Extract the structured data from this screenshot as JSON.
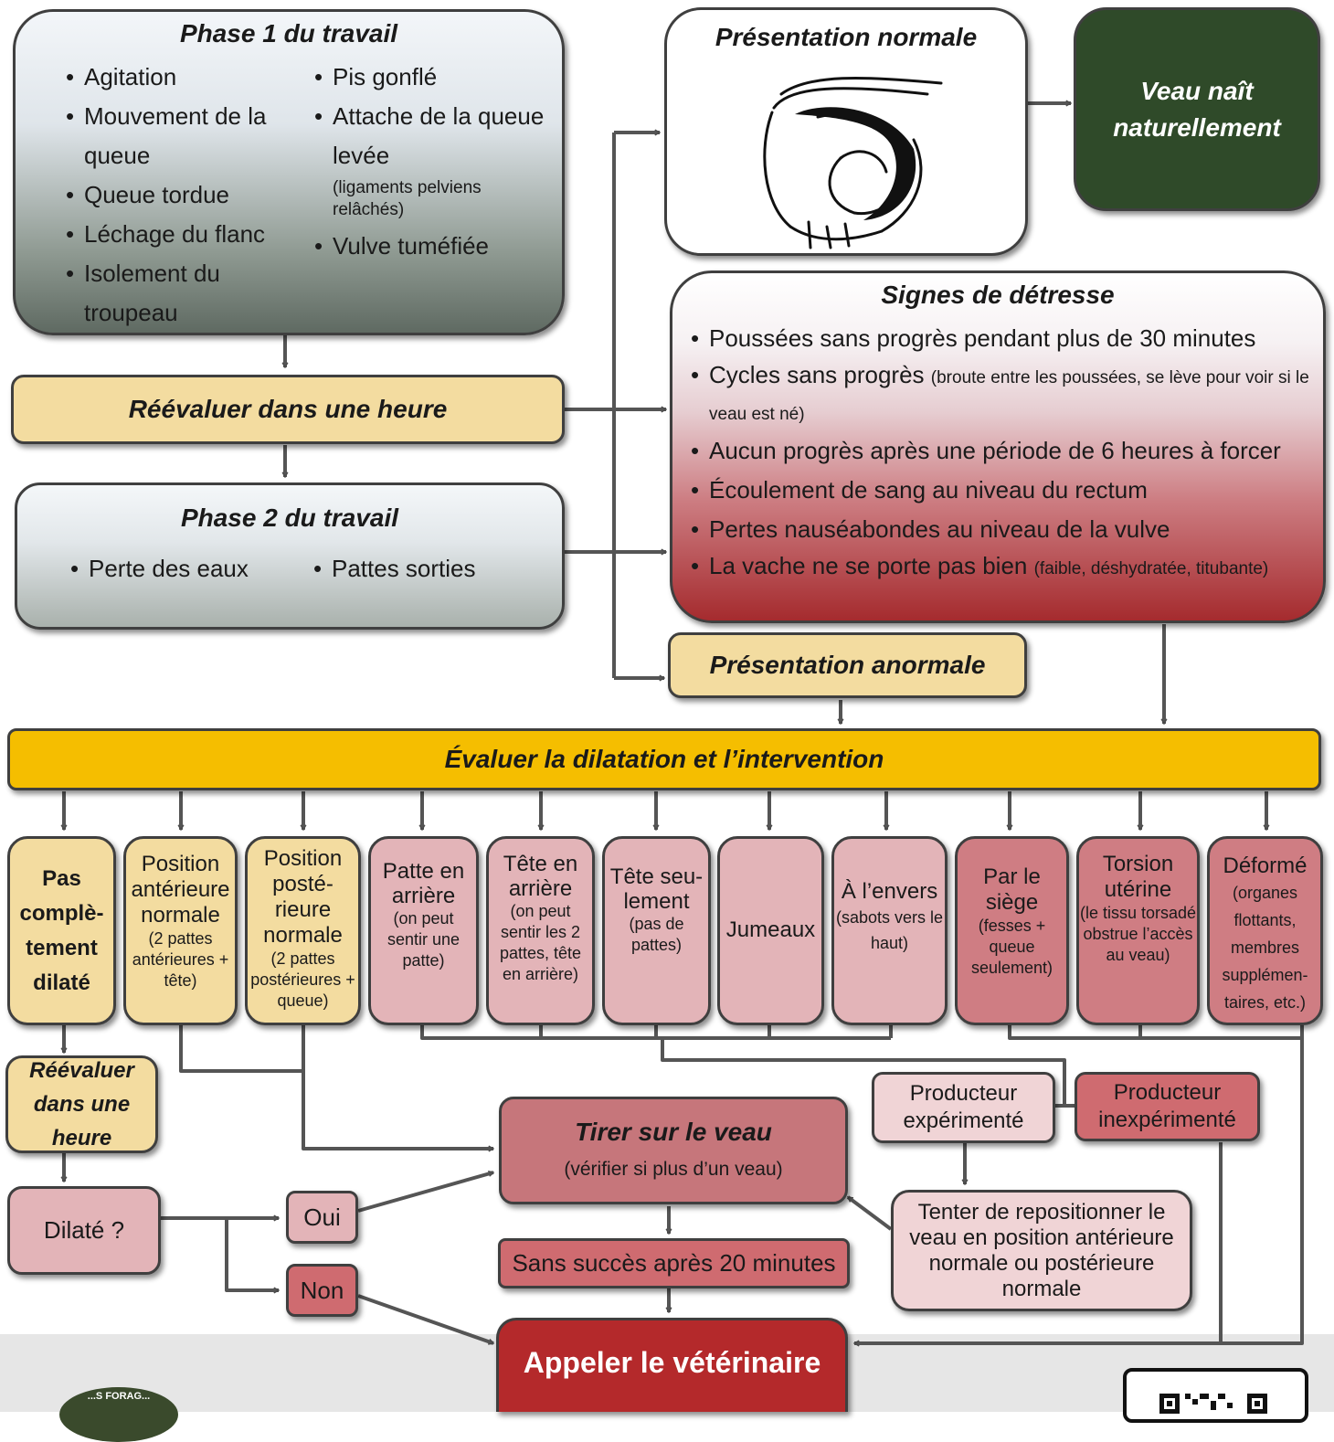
{
  "phase1": {
    "title": "Phase 1 du travail",
    "left": [
      "Agitation",
      "Mouvement de la queue",
      "Queue tordue",
      "Léchage du flanc",
      "Isolement du troupeau"
    ],
    "right_item1": "Pis gonflé",
    "right_item2": "Attache de la queue levée",
    "right_item2_note": "(ligaments pelviens relâchés)",
    "right_item3": "Vulve tuméfiée"
  },
  "reassess_hour": "Réévaluer dans une heure",
  "phase2": {
    "title": "Phase 2 du travail",
    "item1": "Perte des eaux",
    "item2": "Pattes sorties"
  },
  "normal_presentation": "Présentation normale",
  "calf_born": "Veau naît naturellement",
  "distress": {
    "title": "Signes de détresse",
    "items": [
      {
        "text": "Poussées sans progrès pendant plus de 30 minutes",
        "note": ""
      },
      {
        "text": "Cycles sans progrès",
        "note": "(broute entre les poussées, se lève pour voir si le veau est né)"
      },
      {
        "text": "Aucun progrès après une période de 6 heures à forcer",
        "note": ""
      },
      {
        "text": "Écoulement de sang au niveau du rectum",
        "note": ""
      },
      {
        "text": "Pertes nauséabondes au niveau de la vulve",
        "note": ""
      },
      {
        "text": "La vache ne se porte pas bien",
        "note": "(faible, déshydratée, titubante)"
      }
    ]
  },
  "abnormal_presentation": "Présentation anormale",
  "evaluate": "Évaluer la dilatation et l’intervention",
  "cases": [
    {
      "main": "Pas complè-tement dilaté",
      "note": ""
    },
    {
      "main": "Position antérieure normale",
      "note": "(2 pattes antérieures + tête)"
    },
    {
      "main": "Position posté-rieure normale",
      "note": "(2 pattes postérieures + queue)"
    },
    {
      "main": "Patte en arrière",
      "note": "(on peut sentir une patte)"
    },
    {
      "main": "Tête en arrière",
      "note": "(on peut sentir les 2 pattes, tête en arrière)"
    },
    {
      "main": "Tête seu-lement",
      "note": "(pas de pattes)"
    },
    {
      "main": "Jumeaux",
      "note": ""
    },
    {
      "main": "À l’envers",
      "note": "(sabots vers le haut)"
    },
    {
      "main": "Par le siège",
      "note": "(fesses + queue seulement)"
    },
    {
      "main": "Torsion utérine",
      "note": "(le tissu torsadé obstrue l’accès au veau)"
    },
    {
      "main": "Déformé",
      "note": "(organes flottants, membres supplémen-taires, etc.)"
    }
  ],
  "reassess_hour_small": "Réévaluer dans une heure",
  "dilated_question": "Dilaté ?",
  "yes": "Oui",
  "no": "Non",
  "pull_calf": {
    "title": "Tirer sur le veau",
    "note": "(vérifier si plus d’un veau)"
  },
  "no_success": "Sans succès après 20 minutes",
  "call_vet": "Appeler le vétérinaire",
  "experienced": "Producteur expérimenté",
  "inexperienced": "Producteur inexpérimenté",
  "reposition": "Tenter de repositionner le veau en position antérieure normale ou postérieure normale",
  "logo_text": "...S FORAG...",
  "colors": {
    "gold": "#f5be00",
    "light_yellow": "#f3dca0",
    "dark_green": "#2f4a29",
    "deep_red": "#b4292b",
    "pink_light": "#e3b4b8",
    "pink_mid": "#cf7d83"
  }
}
